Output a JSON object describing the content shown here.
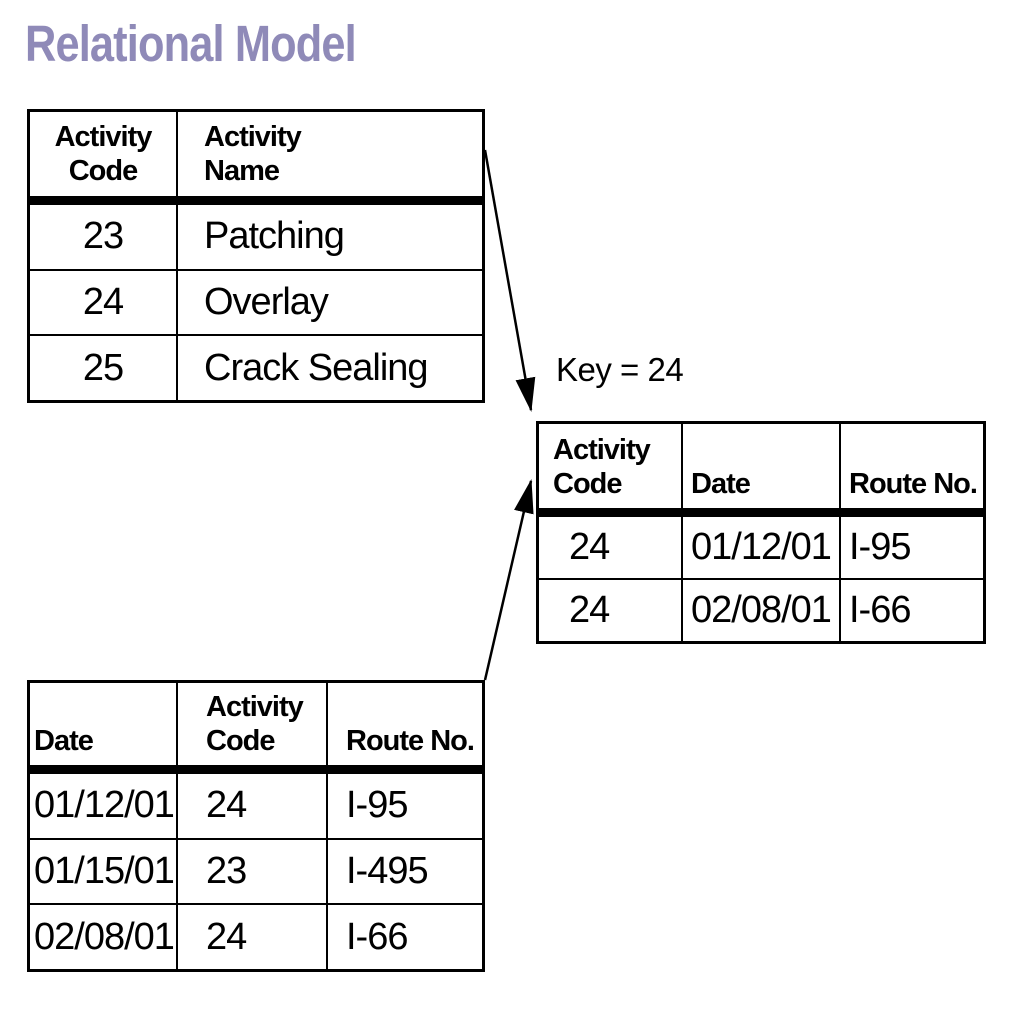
{
  "title": "Relational Model",
  "key_annotation": "Key = 24",
  "colors": {
    "title_text": "#8f8ab8",
    "table_border": "#000000",
    "page_background": "#ffffff"
  },
  "activity_table": {
    "headers": [
      "Activity\nCode",
      "Activity\nName"
    ],
    "rows": [
      [
        "23",
        "Patching"
      ],
      [
        "24",
        "Overlay"
      ],
      [
        "25",
        "Crack Sealing"
      ]
    ]
  },
  "key_result_table": {
    "headers": [
      "Activity\nCode",
      "Date",
      "Route No."
    ],
    "rows": [
      [
        "24",
        "01/12/01",
        "I-95"
      ],
      [
        "24",
        "02/08/01",
        "I-66"
      ]
    ]
  },
  "work_log_table": {
    "headers": [
      "Date",
      "Activity\nCode",
      "Route No."
    ],
    "rows": [
      [
        "01/12/01",
        "24",
        "I-95"
      ],
      [
        "01/15/01",
        "23",
        "I-495"
      ],
      [
        "02/08/01",
        "24",
        "I-66"
      ]
    ]
  }
}
